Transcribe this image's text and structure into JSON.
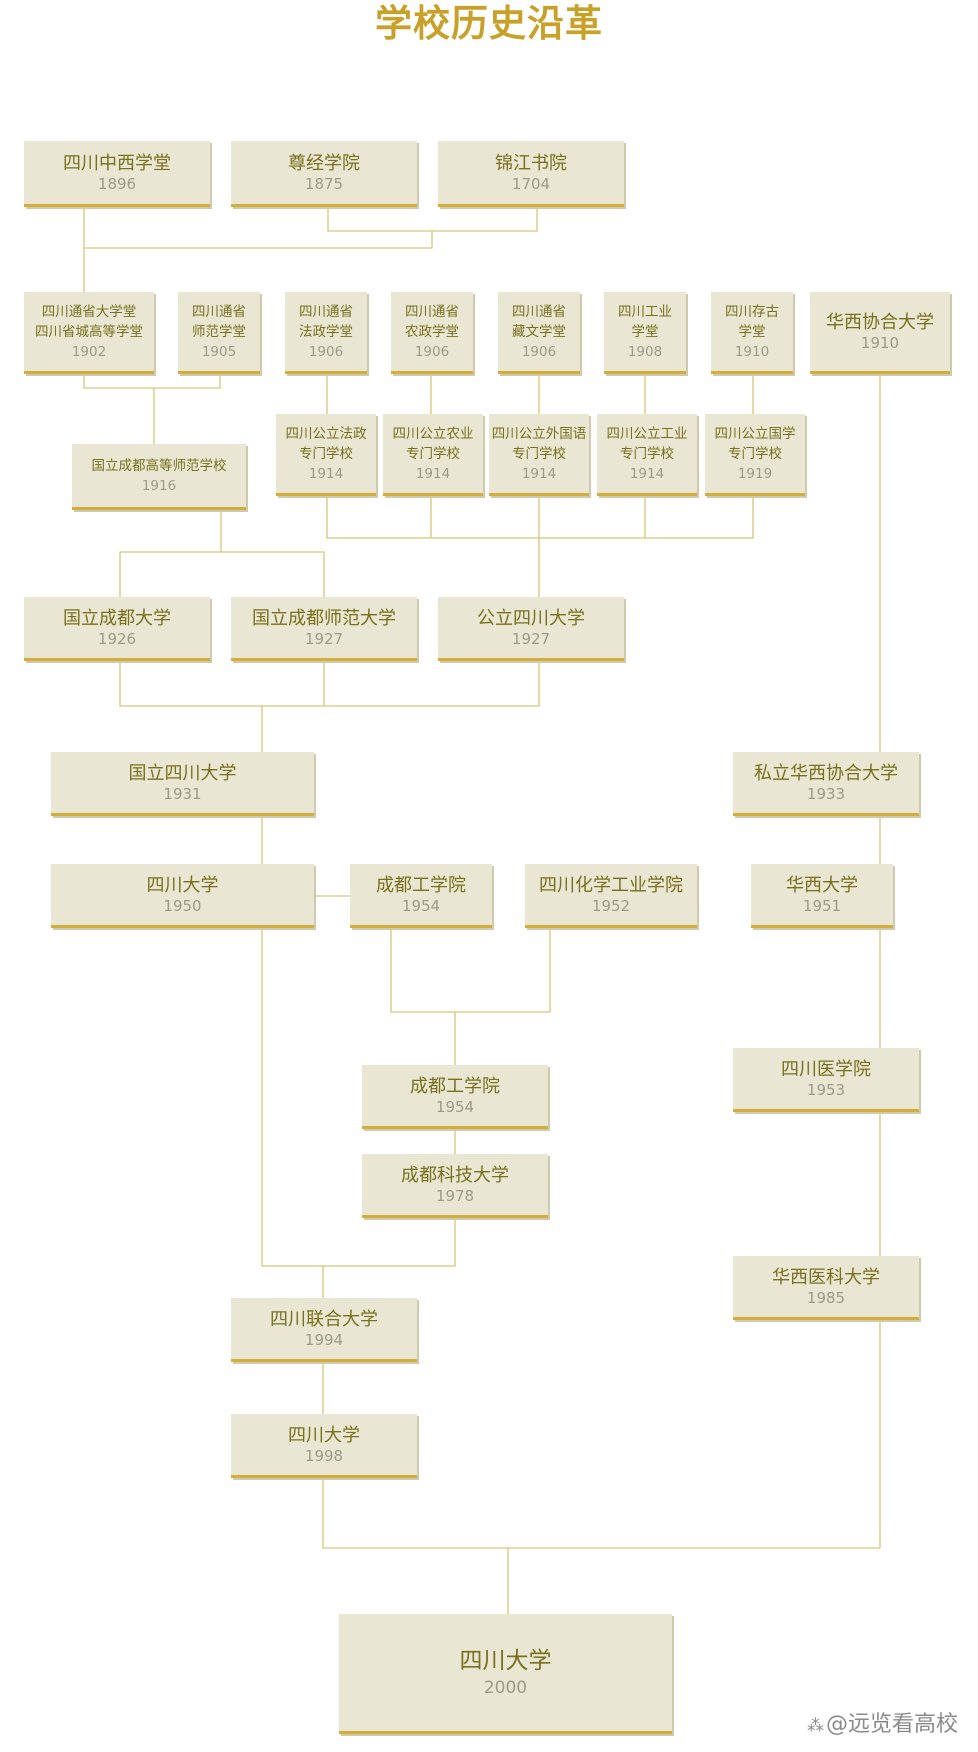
{
  "title": "学校历史沿革",
  "watermark": "@远览看高校",
  "nodes": {
    "n1": {
      "name": "四川中西学堂",
      "year": "1896"
    },
    "n2": {
      "name": "尊经学院",
      "year": "1875"
    },
    "n3": {
      "name": "锦江书院",
      "year": "1704"
    },
    "n4": {
      "name": "四川通省大学堂",
      "name2": "四川省城高等学堂",
      "year": "1902"
    },
    "n5": {
      "name": "四川通省",
      "name2": "师范学堂",
      "year": "1905"
    },
    "n6": {
      "name": "四川通省",
      "name2": "法政学堂",
      "year": "1906"
    },
    "n7": {
      "name": "四川通省",
      "name2": "农政学堂",
      "year": "1906"
    },
    "n8": {
      "name": "四川通省",
      "name2": "藏文学堂",
      "year": "1906"
    },
    "n9": {
      "name": "四川工业",
      "name2": "学堂",
      "year": "1908"
    },
    "n10": {
      "name": "四川存古",
      "name2": "学堂",
      "year": "1910"
    },
    "n11": {
      "name": "华西协合大学",
      "year": "1910"
    },
    "n12": {
      "name": "国立成都高等师范学校",
      "year": "1916"
    },
    "n13": {
      "name": "四川公立法政",
      "name2": "专门学校",
      "year": "1914"
    },
    "n14": {
      "name": "四川公立农业",
      "name2": "专门学校",
      "year": "1914"
    },
    "n15": {
      "name": "四川公立外国语",
      "name2": "专门学校",
      "year": "1914"
    },
    "n16": {
      "name": "四川公立工业",
      "name2": "专门学校",
      "year": "1914"
    },
    "n17": {
      "name": "四川公立国学",
      "name2": "专门学校",
      "year": "1919"
    },
    "n18": {
      "name": "国立成都大学",
      "year": "1926"
    },
    "n19": {
      "name": "国立成都师范大学",
      "year": "1927"
    },
    "n20": {
      "name": "公立四川大学",
      "year": "1927"
    },
    "n21": {
      "name": "国立四川大学",
      "year": "1931"
    },
    "n22": {
      "name": "私立华西协合大学",
      "year": "1933"
    },
    "n23": {
      "name": "四川大学",
      "year": "1950"
    },
    "n24": {
      "name": "成都工学院",
      "year": "1954"
    },
    "n25": {
      "name": "四川化学工业学院",
      "year": "1952"
    },
    "n26": {
      "name": "华西大学",
      "year": "1951"
    },
    "n27": {
      "name": "成都工学院",
      "year": "1954"
    },
    "n28": {
      "name": "四川医学院",
      "year": "1953"
    },
    "n29": {
      "name": "成都科技大学",
      "year": "1978"
    },
    "n30": {
      "name": "华西医科大学",
      "year": "1985"
    },
    "n31": {
      "name": "四川联合大学",
      "year": "1994"
    },
    "n32": {
      "name": "四川大学",
      "year": "1998"
    },
    "n33": {
      "name": "四川大学",
      "year": "2000"
    }
  }
}
